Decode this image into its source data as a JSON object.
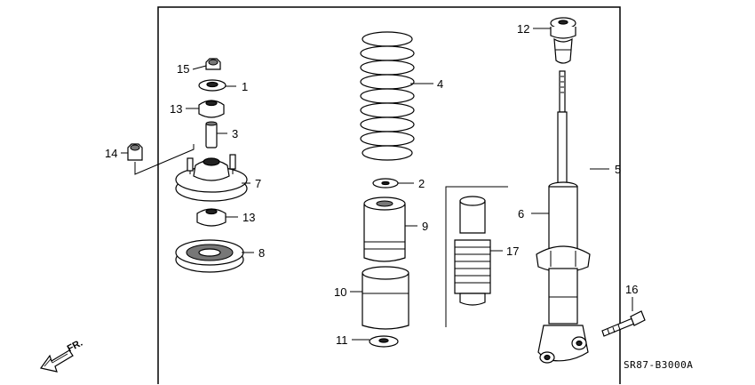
{
  "callouts": [
    {
      "id": "1",
      "text": "1"
    },
    {
      "id": "2",
      "text": "2"
    },
    {
      "id": "3",
      "text": "3"
    },
    {
      "id": "4",
      "text": "4"
    },
    {
      "id": "5",
      "text": "5"
    },
    {
      "id": "6",
      "text": "6"
    },
    {
      "id": "7",
      "text": "7"
    },
    {
      "id": "8",
      "text": "8"
    },
    {
      "id": "9",
      "text": "9"
    },
    {
      "id": "10",
      "text": "10"
    },
    {
      "id": "11",
      "text": "11"
    },
    {
      "id": "12",
      "text": "12"
    },
    {
      "id": "13a",
      "text": "13"
    },
    {
      "id": "13b",
      "text": "13"
    },
    {
      "id": "14",
      "text": "14"
    },
    {
      "id": "15",
      "text": "15"
    },
    {
      "id": "16",
      "text": "16"
    },
    {
      "id": "17",
      "text": "17"
    }
  ],
  "diagram_code": "SR87-B3000A",
  "direction_label": "FR."
}
